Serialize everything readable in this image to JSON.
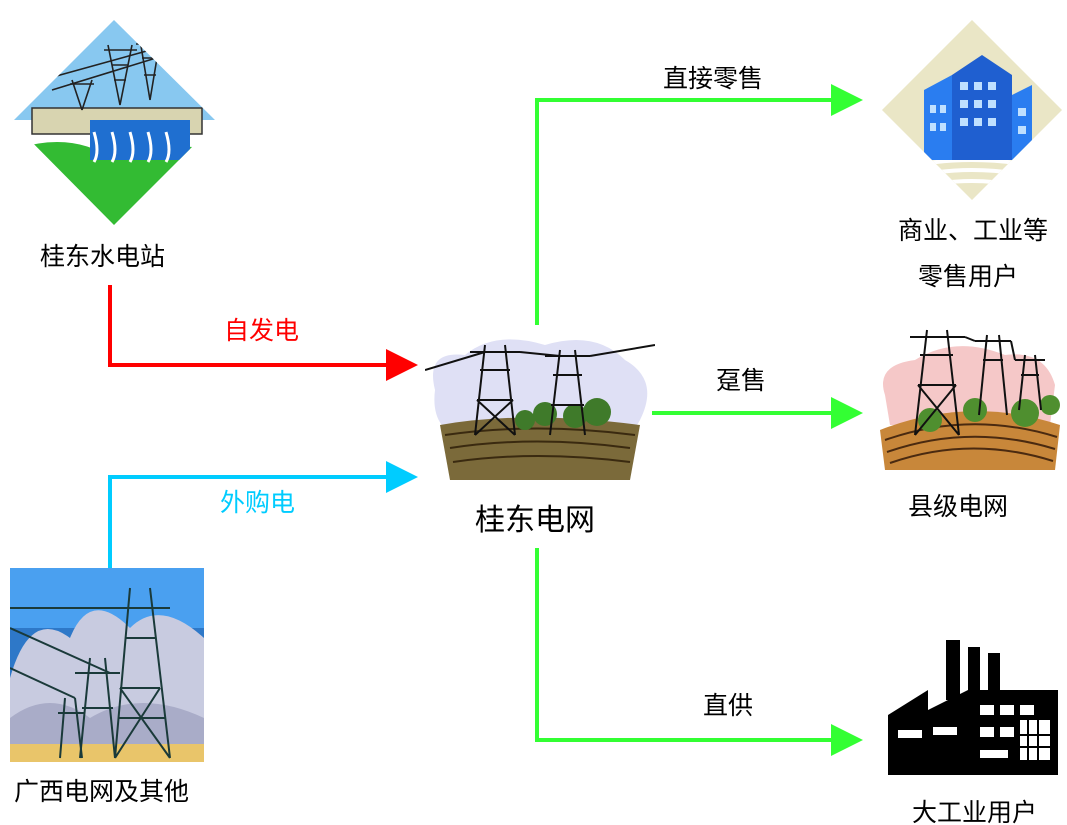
{
  "sources": {
    "hydro": {
      "label": "桂东水电站",
      "icon": "hydro-dam-icon"
    },
    "external": {
      "label": "广西电网及其他",
      "icon": "transmission-tower-icon"
    }
  },
  "hub": {
    "label": "桂东电网",
    "icon": "power-grid-hub-icon"
  },
  "flows": {
    "self_gen": {
      "label": "自发电",
      "color": "#ff0000"
    },
    "purchase": {
      "label": "外购电",
      "color": "#00ccff"
    },
    "retail": {
      "label": "直接零售",
      "color": "#33ff33"
    },
    "wholesale": {
      "label": "趸售",
      "color": "#33ff33"
    },
    "direct": {
      "label": "直供",
      "color": "#33ff33"
    }
  },
  "consumers": {
    "retail_users": {
      "line1": "商业、工业等",
      "line2": "零售用户",
      "icon": "office-building-icon"
    },
    "county_grid": {
      "label": "县级电网",
      "icon": "county-grid-icon"
    },
    "industrial": {
      "label": "大工业用户",
      "icon": "factory-icon"
    }
  }
}
